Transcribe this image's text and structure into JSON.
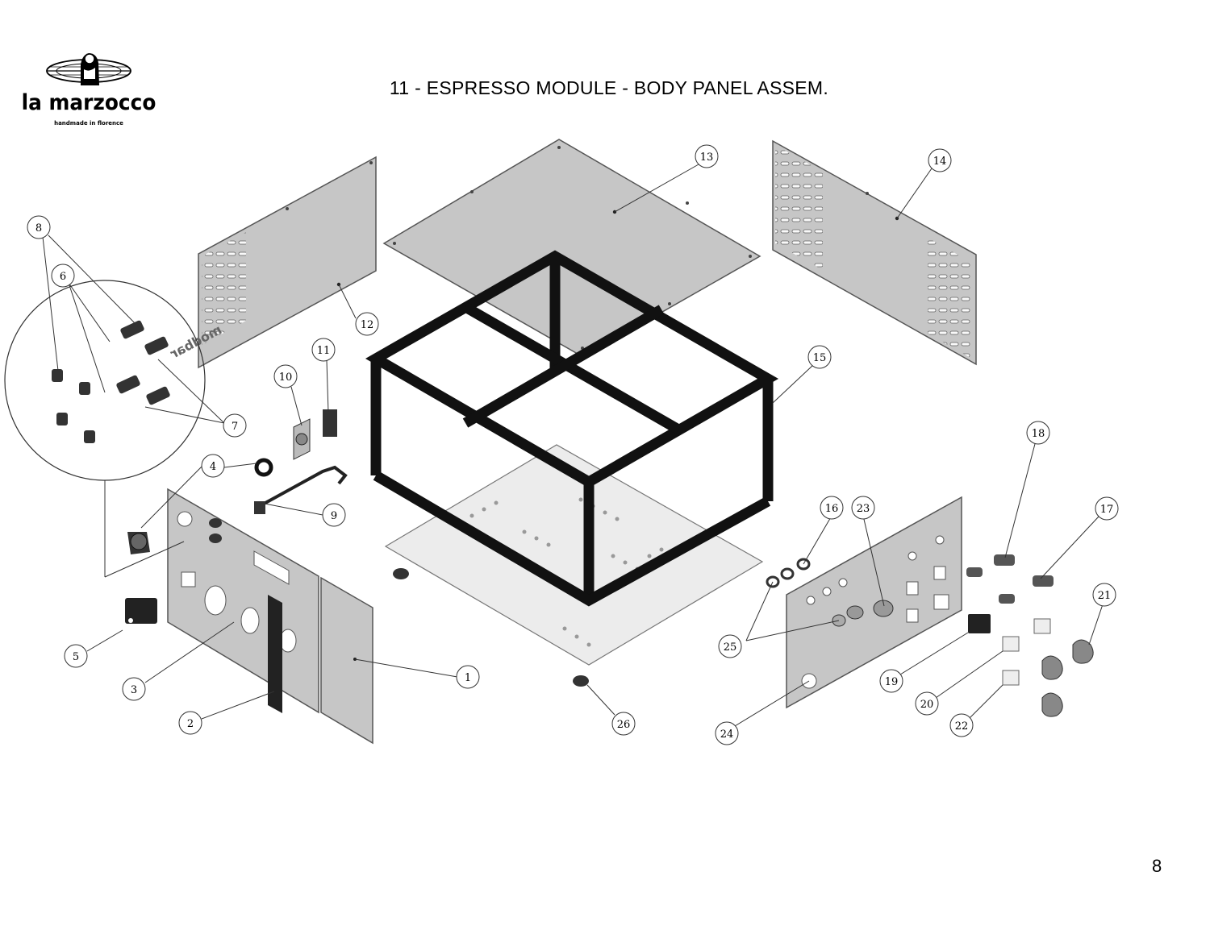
{
  "brand": {
    "name": "la marzocco",
    "tagline": "handmade in florence",
    "logo_icon": "lion-globe-logo-icon"
  },
  "title": "11 - ESPRESSO MODULE - BODY PANEL ASSEM.",
  "page_number": "8",
  "panel_emboss": "modbar",
  "colors": {
    "panel_fill": "#c8c8c8",
    "frame": "#111111",
    "line": "#333333",
    "callout_fill": "#ffffff"
  },
  "callouts": [
    "1",
    "2",
    "3",
    "4",
    "5",
    "6",
    "7",
    "8",
    "9",
    "10",
    "11",
    "12",
    "13",
    "14",
    "15",
    "16",
    "17",
    "18",
    "19",
    "20",
    "21",
    "22",
    "23",
    "24",
    "25",
    "26"
  ]
}
